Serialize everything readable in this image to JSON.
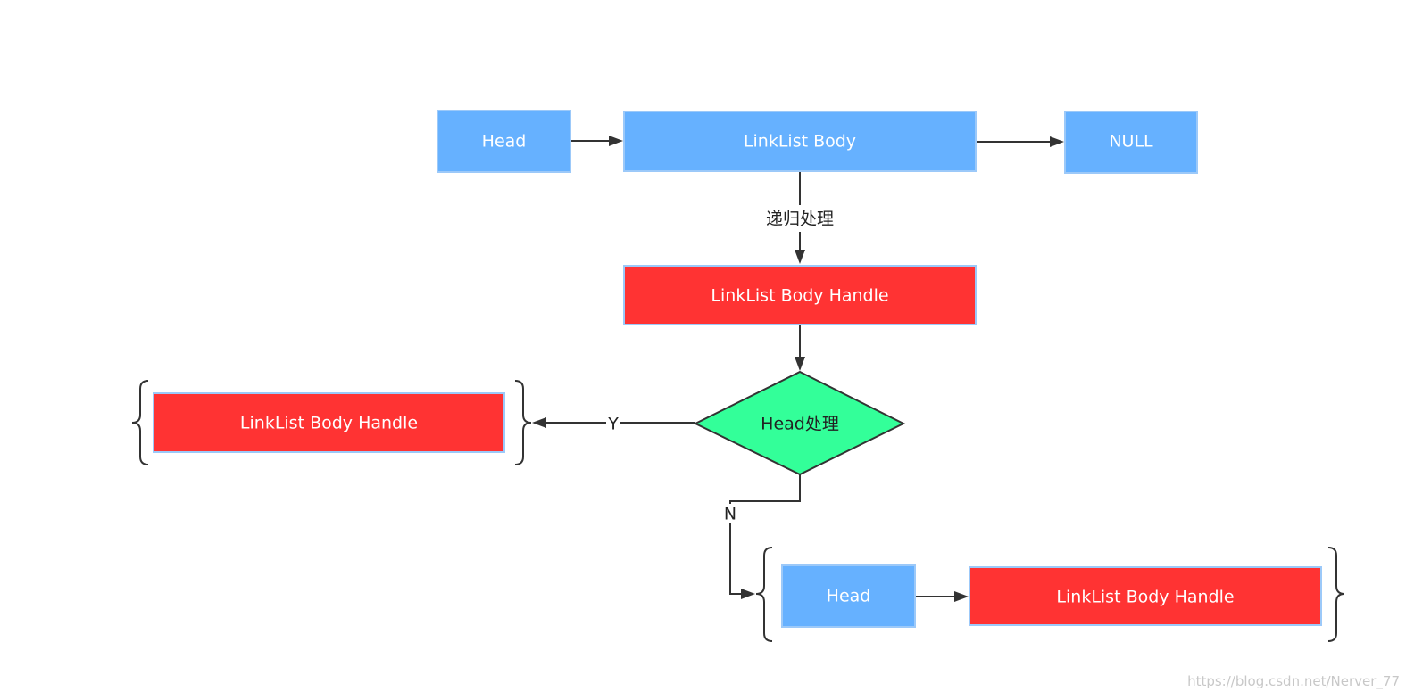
{
  "nodes": {
    "head_top": {
      "label": "Head"
    },
    "linklist_body": {
      "label": "LinkList Body"
    },
    "null_node": {
      "label": "NULL"
    },
    "handle_center": {
      "label": "LinkList Body Handle"
    },
    "decision": {
      "label": "Head处理"
    },
    "handle_left": {
      "label": "LinkList Body Handle"
    },
    "head_bottom": {
      "label": "Head"
    },
    "handle_bottom": {
      "label": "LinkList Body Handle"
    }
  },
  "edges": {
    "recursion_label": "递归处理",
    "yes_label": "Y",
    "no_label": "N"
  },
  "colors": {
    "blue_box": "#66b1ff",
    "blue_border": "#9cc9f9",
    "red_box": "#ff3333",
    "red_border": "#9cc9f9",
    "decision_fill": "#33ff99",
    "decision_border": "#333333",
    "line": "#333333"
  },
  "watermark": "https://blog.csdn.net/Nerver_77"
}
